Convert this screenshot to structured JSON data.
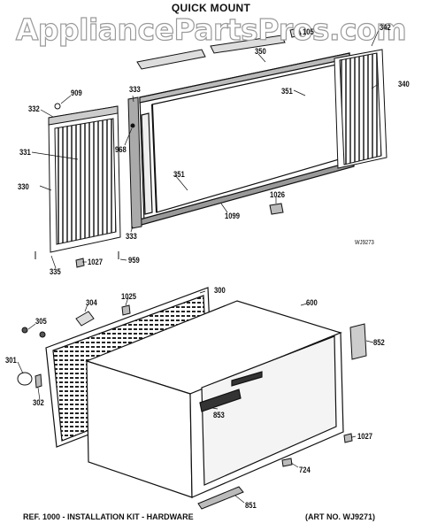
{
  "header": {
    "title": "QUICK MOUNT"
  },
  "watermark": {
    "text": "AppliancePartsPros.com"
  },
  "art_code": "WJ9273",
  "labels": {
    "p105": "105",
    "p342": "342",
    "p350": "350",
    "p340": "340",
    "p909": "909",
    "p333a": "333",
    "p332": "332",
    "p351a": "351",
    "p331": "331",
    "p968": "968",
    "p351b": "351",
    "p330": "330",
    "p1026": "1026",
    "p1099": "1099",
    "p333b": "333",
    "p959": "959",
    "p335": "335",
    "p1027a": "1027",
    "p1025": "1025",
    "p300": "300",
    "p600": "600",
    "p304": "304",
    "p305": "305",
    "p852": "852",
    "p301": "301",
    "p302": "302",
    "p853": "853",
    "p1027b": "1027",
    "p724": "724",
    "p851": "851"
  },
  "footer": {
    "left": "REF. 1000 - INSTALLATION KIT - HARDWARE",
    "right": "(ART NO. WJ9271)"
  }
}
